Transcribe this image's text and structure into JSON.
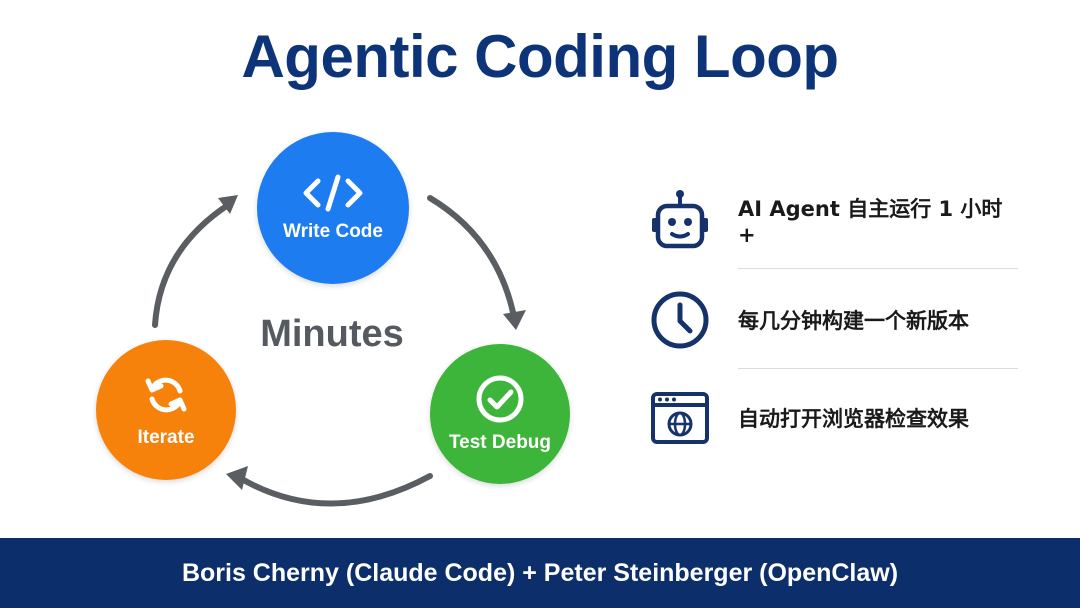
{
  "title": "Agentic Coding Loop",
  "cycle": {
    "center_label": "Minutes",
    "nodes": [
      {
        "label": "Write Code",
        "icon": "code-brackets-icon",
        "color": "#1d7cf0"
      },
      {
        "label": "Test Debug",
        "icon": "check-circle-icon",
        "color": "#3db53a"
      },
      {
        "label": "Iterate",
        "icon": "refresh-icon",
        "color": "#f6820c"
      }
    ],
    "arrow_color": "#5a5d61"
  },
  "features": [
    {
      "icon": "robot-icon",
      "text": "AI Agent 自主运行 1 小时+"
    },
    {
      "icon": "clock-icon",
      "text": "每几分钟构建一个新版本"
    },
    {
      "icon": "browser-globe-icon",
      "text": "自动打开浏览器检查效果"
    }
  ],
  "footer": {
    "text": "Boris Cherny (Claude Code) + Peter Steinberger (OpenClaw)"
  },
  "colors": {
    "title": "#0d3478",
    "footer_bg": "#0c2f6c",
    "icon": "#16326a"
  }
}
